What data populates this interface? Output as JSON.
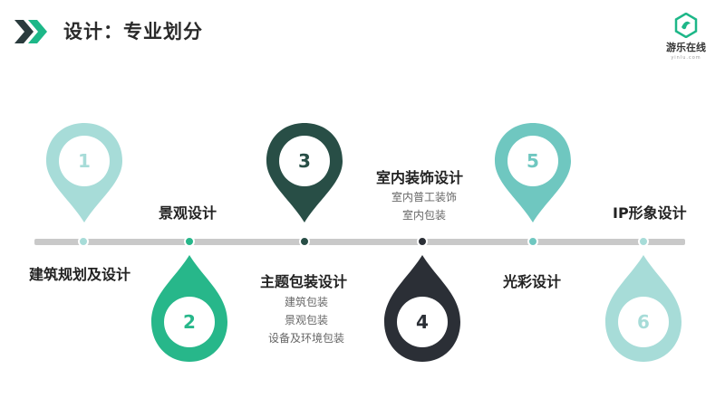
{
  "header": {
    "title": "设计：专业划分"
  },
  "logo": {
    "name": "游乐在线",
    "sub": "yinlu.com"
  },
  "colors": {
    "pin1": "#a7dcd8",
    "pin2": "#27b78a",
    "pin3": "#284e46",
    "pin4": "#2b2f36",
    "pin5": "#6fc7c0",
    "pin6": "#a7dcd8",
    "line": "#c9c9c9"
  },
  "steps": [
    {
      "num": "1",
      "label": "建筑规划及设计"
    },
    {
      "num": "2",
      "label": "景观设计"
    },
    {
      "num": "3",
      "label": "主题包装设计",
      "items": [
        "建筑包装",
        "景观包装",
        "设备及环境包装"
      ]
    },
    {
      "num": "4",
      "label": "室内装饰设计",
      "items": [
        "室内普工装饰",
        "室内包装"
      ]
    },
    {
      "num": "5",
      "label": "光彩设计"
    },
    {
      "num": "6",
      "label": "IP形象设计"
    }
  ]
}
